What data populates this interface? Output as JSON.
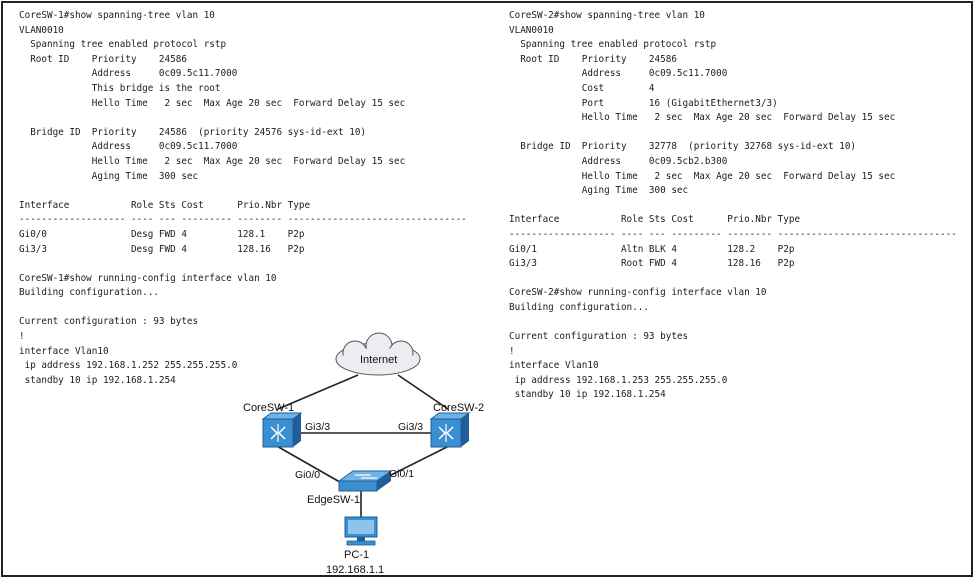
{
  "left_terminal": {
    "lines": [
      "CoreSW-1#show spanning-tree vlan 10",
      "VLAN0010",
      "  Spanning tree enabled protocol rstp",
      "  Root ID    Priority    24586",
      "             Address     0c09.5c11.7000",
      "             This bridge is the root",
      "             Hello Time   2 sec  Max Age 20 sec  Forward Delay 15 sec",
      "",
      "  Bridge ID  Priority    24586  (priority 24576 sys-id-ext 10)",
      "             Address     0c09.5c11.7000",
      "             Hello Time   2 sec  Max Age 20 sec  Forward Delay 15 sec",
      "             Aging Time  300 sec",
      "",
      "Interface           Role Sts Cost      Prio.Nbr Type",
      "------------------- ---- --- --------- -------- --------------------------------",
      "Gi0/0               Desg FWD 4         128.1    P2p",
      "Gi3/3               Desg FWD 4         128.16   P2p",
      "",
      "CoreSW-1#show running-config interface vlan 10",
      "Building configuration...",
      "",
      "Current configuration : 93 bytes",
      "!",
      "interface Vlan10",
      " ip address 192.168.1.252 255.255.255.0",
      " standby 10 ip 192.168.1.254"
    ]
  },
  "right_terminal": {
    "lines": [
      "CoreSW-2#show spanning-tree vlan 10",
      "VLAN0010",
      "  Spanning tree enabled protocol rstp",
      "  Root ID    Priority    24586",
      "             Address     0c09.5c11.7000",
      "             Cost        4",
      "             Port        16 (GigabitEthernet3/3)",
      "             Hello Time   2 sec  Max Age 20 sec  Forward Delay 15 sec",
      "",
      "  Bridge ID  Priority    32778  (priority 32768 sys-id-ext 10)",
      "             Address     0c09.5cb2.b300",
      "             Hello Time   2 sec  Max Age 20 sec  Forward Delay 15 sec",
      "             Aging Time  300 sec",
      "",
      "Interface           Role Sts Cost      Prio.Nbr Type",
      "------------------- ---- --- --------- -------- --------------------------------",
      "Gi0/1               Altn BLK 4         128.2    P2p",
      "Gi3/3               Root FWD 4         128.16   P2p",
      "",
      "CoreSW-2#show running-config interface vlan 10",
      "Building configuration...",
      "",
      "Current configuration : 93 bytes",
      "!",
      "interface Vlan10",
      " ip address 192.168.1.253 255.255.255.0",
      " standby 10 ip 192.168.1.254"
    ]
  },
  "diagram": {
    "cloud_label": "Internet",
    "coresw1_label": "CoreSW-1",
    "coresw2_label": "CoreSW-2",
    "edgesw_label": "EdgeSW-1",
    "pc_label": "PC-1",
    "pc_ip": "192.168.1.1",
    "port_gi33_left": "Gi3/3",
    "port_gi33_right": "Gi3/3",
    "port_gi00": "Gi0/0",
    "port_gi01": "Gi0/1",
    "colors": {
      "switch_blue": "#3a8fd0",
      "switch_blue_dark": "#1f5e96",
      "cloud_fill": "#ececf2"
    }
  }
}
